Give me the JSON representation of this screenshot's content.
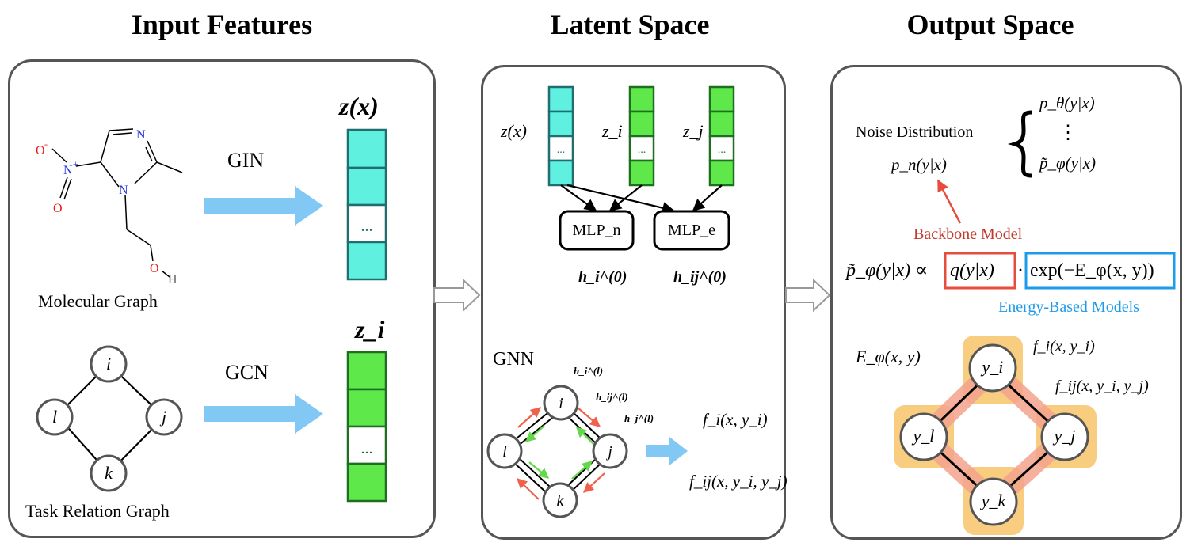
{
  "titles": {
    "input": "Input Features",
    "latent": "Latent Space",
    "output": "Output Space"
  },
  "input_panel": {
    "molecule": {
      "caption": "Molecular Graph",
      "atoms": {
        "oxide": "O",
        "oxide_charge": "-",
        "nitro_n": "N",
        "nitro_charge": "+",
        "nitro_o": "O",
        "ring_n_top": "N",
        "ring_n_bottom": "N",
        "hydroxyl_o": "O",
        "hydroxyl_h": "H"
      }
    },
    "task_graph": {
      "caption": "Task Relation Graph",
      "nodes": [
        "i",
        "l",
        "j",
        "k"
      ]
    },
    "arrow_gin": "GIN",
    "arrow_gcn": "GCN",
    "vec_zx_label": "z(x)",
    "vec_zi_label": "z_i",
    "ellipsis": "..."
  },
  "latent_panel": {
    "vec_labels": {
      "zx": "z(x)",
      "zi": "z_i",
      "zj": "z_j"
    },
    "mlp_n": "MLP_n",
    "mlp_e": "MLP_e",
    "h_i0": "h_i^(0)",
    "h_ij0": "h_ij^(0)",
    "gnn_label": "GNN",
    "gnn_h_i": "h_i^(l)",
    "gnn_h_ij": "h_ij^(l)",
    "gnn_h_j": "h_j^(l)",
    "gnn_nodes": [
      "i",
      "l",
      "j",
      "k"
    ],
    "f_i": "f_i(x, y_i)",
    "f_ij": "f_ij(x, y_i, y_j)"
  },
  "output_panel": {
    "noise_distribution": "Noise Distribution",
    "p_n": "p_n(y|x)",
    "p_theta": "p_θ(y|x)",
    "vdots": "⋮",
    "p_tilde": "p̃_φ(y|x)",
    "backbone_model": "Backbone Model",
    "formula_lhs": "p̃_φ(y|x) ∝",
    "formula_q": "q(y|x)",
    "formula_dot": "·",
    "formula_exp": "exp(−E_φ(x, y))",
    "ebm_label": "Energy-Based Models",
    "energy": "E_φ(x, y)",
    "f_i": "f_i(x, y_i)",
    "f_ij": "f_ij(x, y_i, y_j)",
    "factor_nodes": [
      "y_i",
      "y_l",
      "y_j",
      "y_k"
    ]
  },
  "colors": {
    "panel_border": "#555555",
    "cyan_vec": "#5ff0e0",
    "green_vec": "#5fe84a",
    "light_blue_arrow": "#82c8f5",
    "red": "#e74c3c",
    "backbone_red": "#c0392b",
    "ebm_blue": "#1e9be8",
    "unary_halo": "#f7c46a",
    "pair_halo": "#f4a48c",
    "gnn_red_arrow": "#f0604a",
    "gnn_green_arrow": "#62d84a"
  }
}
